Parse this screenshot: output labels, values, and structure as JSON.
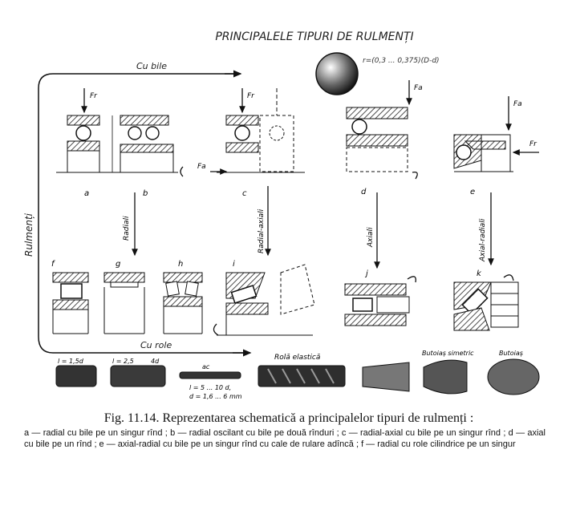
{
  "figure": {
    "title": "PRINCIPALELE TIPURI DE RULMENȚI",
    "formula": "r=(0,3 ... 0,375)(D-d)",
    "group_labels": {
      "cu_bile": "Cu bile",
      "cu_role": "Cu role",
      "rulmenti": "Rulmenți",
      "radiali": "Radiali",
      "radial_axiali": "Radial-axiali",
      "axiali": "Axiali",
      "axial_radiali": "Axial-radiali"
    },
    "force_labels": {
      "fr": "Fr",
      "fa": "Fa"
    },
    "bearing_letters": [
      "a",
      "b",
      "c",
      "d",
      "e",
      "f",
      "g",
      "h",
      "i",
      "j",
      "k"
    ],
    "roller_labels": {
      "l15d": "l = 1,5d",
      "l25d": "l = 2,5",
      "ld": "4d",
      "ac": "ac",
      "needle_dims_1": "l = 5 ... 10 d,",
      "needle_dims_2": "d = 1,6 ... 6 mm",
      "elastic": "Rolă elastică",
      "butoias_simetric": "Butoiaș simetric",
      "butoias": "Butoiaș"
    },
    "caption": "Fig. 11.14. Reprezentarea schematică a principalelor tipuri de rulmenți :",
    "caption_body": "a — radial cu bile pe un singur rînd ; b — radial oscilant cu bile pe două rînduri ; c — radial-axial cu bile pe un singur rînd ; d — axial cu bile pe un rînd ; e — axial-radial cu bile pe un singur rînd cu cale de rulare adîncă ; f — radial cu role cilindrice pe un singur"
  }
}
